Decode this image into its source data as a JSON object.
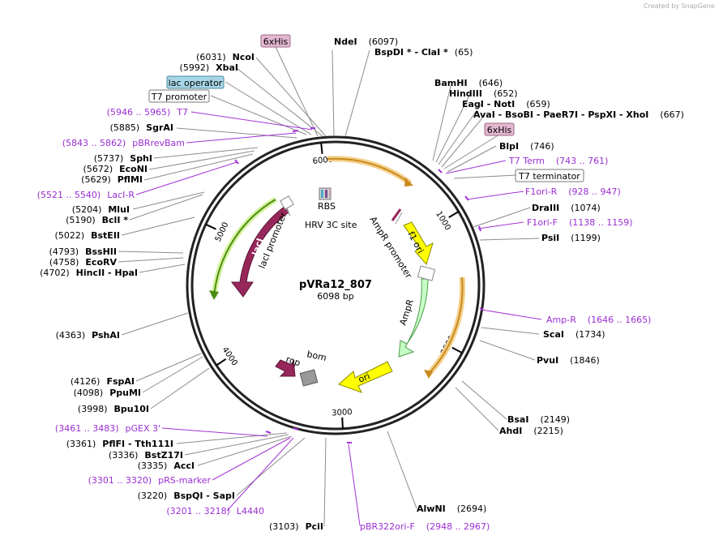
{
  "credit": "Created by SnapGene",
  "plasmid": {
    "name": "pVRa12_807",
    "length": "6098 bp"
  },
  "colors": {
    "lacI": "#97275a",
    "lacI_promoter": "#7fc62b",
    "ori": "#ffff00",
    "AmpR": "#c6ffc6",
    "rop": "#97275a",
    "bom": "#999999",
    "f1_ori": "#ffff00",
    "T7_arrow": "#c88a1e",
    "purple_text": "#9a2ed2",
    "his_tag": "#e4b8cf",
    "lac_operator": "#a7d6e6"
  },
  "ruler": [
    {
      "label": "1000",
      "pos": 1000
    },
    {
      "label": "2000",
      "pos": 2000
    },
    {
      "label": "3000",
      "pos": 3000
    },
    {
      "label": "4000",
      "pos": 4000
    },
    {
      "label": "5000",
      "pos": 5000
    },
    {
      "label": "6000",
      "pos": 6000
    }
  ],
  "features": {
    "lacI": "lacI",
    "lacI_promoter": "lacI promoter",
    "rop": "rop",
    "bom": "bom",
    "ori": "ori",
    "AmpR": "AmpR",
    "AmpR_promoter": "AmpR promoter",
    "f1_ori": "f1 ori",
    "RBS": "RBS",
    "hrv": "HRV 3C site"
  },
  "right_labels": [
    {
      "id": "ndei",
      "name": "NdeI",
      "pos": "(6097)"
    },
    {
      "id": "bspdi",
      "name": "BspDI * - ClaI *",
      "pos": "(65)"
    },
    {
      "id": "bamhi",
      "name": "BamHI",
      "pos": "(646)"
    },
    {
      "id": "hindiii",
      "name": "HindIII",
      "pos": "(652)"
    },
    {
      "id": "eagi",
      "name": "EagI - NotI",
      "pos": "(659)"
    },
    {
      "id": "avai",
      "name": "AvaI - BsoBI - PaeR7I - PspXI - XhoI",
      "pos": "(667)"
    },
    {
      "id": "blpi",
      "name": "BlpI",
      "pos": "(746)"
    },
    {
      "id": "draiii",
      "name": "DraIII",
      "pos": "(1074)"
    },
    {
      "id": "psii",
      "name": "PsiI",
      "pos": "(1199)"
    },
    {
      "id": "scai",
      "name": "ScaI",
      "pos": "(1734)"
    },
    {
      "id": "pvui",
      "name": "PvuI",
      "pos": "(1846)"
    },
    {
      "id": "bsai",
      "name": "BsaI",
      "pos": "(2149)"
    },
    {
      "id": "ahdi",
      "name": "AhdI",
      "pos": "(2215)"
    },
    {
      "id": "alwni",
      "name": "AlwNI",
      "pos": "(2694)"
    },
    {
      "id": "pcii",
      "name": "PciI",
      "pos": "(3103)"
    }
  ],
  "right_primers": [
    {
      "id": "t7term",
      "name": "T7 Term",
      "pos": "(743 .. 761)"
    },
    {
      "id": "f1orir",
      "name": "F1ori-R",
      "pos": "(928 .. 947)"
    },
    {
      "id": "f1orif",
      "name": "F1ori-F",
      "pos": "(1138 .. 1159)"
    },
    {
      "id": "ampr",
      "name": "Amp-R",
      "pos": "(1646 .. 1665)"
    },
    {
      "id": "pbr322",
      "name": "pBR322ori-F",
      "pos": "(2948 .. 2967)"
    }
  ],
  "left_labels": [
    {
      "id": "ncoi",
      "name": "NcoI",
      "pos": "(6031)"
    },
    {
      "id": "xbai",
      "name": "XbaI",
      "pos": "(5992)"
    },
    {
      "id": "sgrai",
      "name": "SgrAI",
      "pos": "(5885)"
    },
    {
      "id": "sphi",
      "name": "SphI",
      "pos": "(5737)"
    },
    {
      "id": "econi",
      "name": "EcoNI",
      "pos": "(5672)"
    },
    {
      "id": "pflmi",
      "name": "PflMI",
      "pos": "(5629)"
    },
    {
      "id": "mlui",
      "name": "MluI",
      "pos": "(5204)"
    },
    {
      "id": "bcli",
      "name": "BclI *",
      "pos": "(5190)"
    },
    {
      "id": "bsteii",
      "name": "BstEII",
      "pos": "(5022)"
    },
    {
      "id": "bsshii",
      "name": "BssHII",
      "pos": "(4793)"
    },
    {
      "id": "ecorv",
      "name": "EcoRV",
      "pos": "(4758)"
    },
    {
      "id": "hincii",
      "name": "HincII - HpaI",
      "pos": "(4702)"
    },
    {
      "id": "pshai",
      "name": "PshAI",
      "pos": "(4363)"
    },
    {
      "id": "fspai",
      "name": "FspAI",
      "pos": "(4126)"
    },
    {
      "id": "ppumi",
      "name": "PpuMI",
      "pos": "(4098)"
    },
    {
      "id": "bpu10i",
      "name": "Bpu10I",
      "pos": "(3998)"
    },
    {
      "id": "pflfi",
      "name": "PflFI - Tth111I",
      "pos": "(3361)"
    },
    {
      "id": "bstz17i",
      "name": "BstZ17I",
      "pos": "(3336)"
    },
    {
      "id": "acci",
      "name": "AccI",
      "pos": "(3335)"
    },
    {
      "id": "bspqi",
      "name": "BspQI - SapI",
      "pos": "(3220)"
    }
  ],
  "left_primers": [
    {
      "id": "t7",
      "name": "T7",
      "pos": "(5946 .. 5965)"
    },
    {
      "id": "pbrrevbam",
      "name": "pBRrevBam",
      "pos": "(5843 .. 5862)"
    },
    {
      "id": "laciR",
      "name": "LacI-R",
      "pos": "(5521 .. 5540)"
    },
    {
      "id": "pgex3",
      "name": "pGEX 3'",
      "pos": "(3461 .. 3483)"
    },
    {
      "id": "prs",
      "name": "pRS-marker",
      "pos": "(3301 .. 3320)"
    },
    {
      "id": "l4440",
      "name": "L4440",
      "pos": "(3201 .. 3218)"
    }
  ],
  "boxes": {
    "his_top": "6xHis",
    "his_right": "6xHis",
    "lac_operator": "lac operator",
    "t7_promoter": "T7 promoter",
    "t7_terminator": "T7 terminator"
  }
}
